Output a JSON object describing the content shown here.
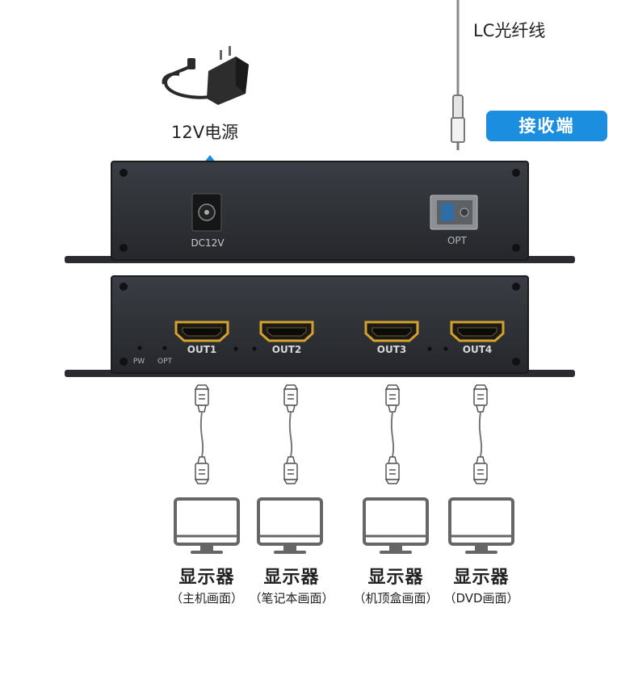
{
  "top": {
    "fiber_label": "LC光纤线",
    "power_label": "12V电源",
    "badge_label": "接收端"
  },
  "rear_panel": {
    "dc_label": "DC12V",
    "opt_label": "OPT"
  },
  "front_panel": {
    "led_labels": [
      "PW",
      "OPT"
    ],
    "ports": [
      "OUT1",
      "OUT2",
      "OUT3",
      "OUT4"
    ]
  },
  "displays": [
    {
      "title": "显示器",
      "subtitle": "（主机画面）"
    },
    {
      "title": "显示器",
      "subtitle": "（笔记本画面）"
    },
    {
      "title": "显示器",
      "subtitle": "（机顶盒画面）"
    },
    {
      "title": "显示器",
      "subtitle": "（DVD画面）"
    }
  ],
  "colors": {
    "device_body": "#2b2e33",
    "accent_blue": "#1b8ee0",
    "hdmi_gold": "#d4a22a",
    "cable_gray": "#777777"
  }
}
